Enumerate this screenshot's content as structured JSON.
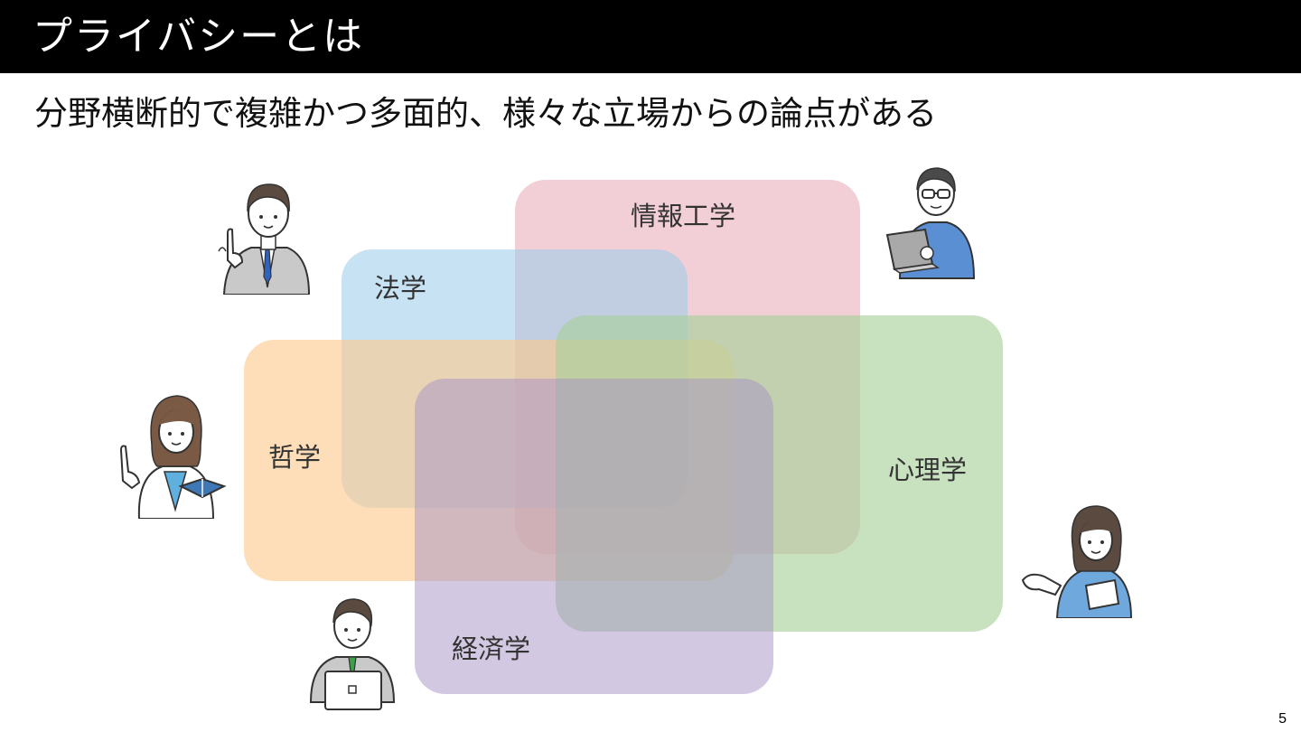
{
  "header": {
    "title": "プライバシーとは"
  },
  "subtitle": "分野横断的で複雑かつ多面的、様々な立場からの論点がある",
  "fields": [
    {
      "id": "engineering",
      "label": "情報工学",
      "color": "#e7a3b0"
    },
    {
      "id": "law",
      "label": "法学",
      "color": "#9ccbea"
    },
    {
      "id": "philosophy",
      "label": "哲学",
      "color": "#fbc98c"
    },
    {
      "id": "psychology",
      "label": "心理学",
      "color": "#a7d09a"
    },
    {
      "id": "economics",
      "label": "経済学",
      "color": "#a996c6"
    }
  ],
  "page_number": "5",
  "icons": [
    "businessman-pointing-icon",
    "engineer-laptop-icon",
    "researcher-book-icon",
    "presenter-woman-icon",
    "office-worker-laptop-icon"
  ]
}
